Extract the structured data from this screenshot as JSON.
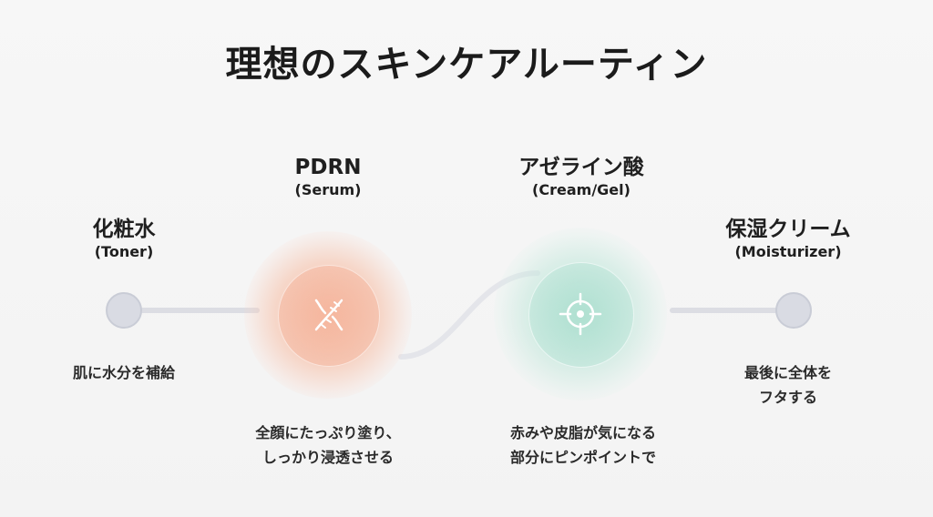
{
  "title": "理想のスキンケアルーティン",
  "steps": [
    {
      "name": "化粧水",
      "sub": "(Toner)",
      "desc_lines": [
        "肌に水分を補給"
      ]
    },
    {
      "name": "PDRN",
      "sub": "(Serum)",
      "desc_lines": [
        "全顔にたっぷり塗り、",
        "しっかり浸透させる"
      ],
      "icon": "dna-icon"
    },
    {
      "name": "アゼライン酸",
      "sub": "(Cream/Gel)",
      "desc_lines": [
        "赤みや皮脂が気になる",
        "部分にピンポイントで"
      ],
      "icon": "target-crosshair-icon"
    },
    {
      "name": "保湿クリーム",
      "sub": "(Moisturizer)",
      "desc_lines": [
        "最後に全体を",
        "フタする"
      ]
    }
  ],
  "colors": {
    "serum_accent": "#f4aa8c",
    "gel_accent": "#afe1d2",
    "connector": "#dcdde3",
    "node": "#d9dbe3"
  }
}
